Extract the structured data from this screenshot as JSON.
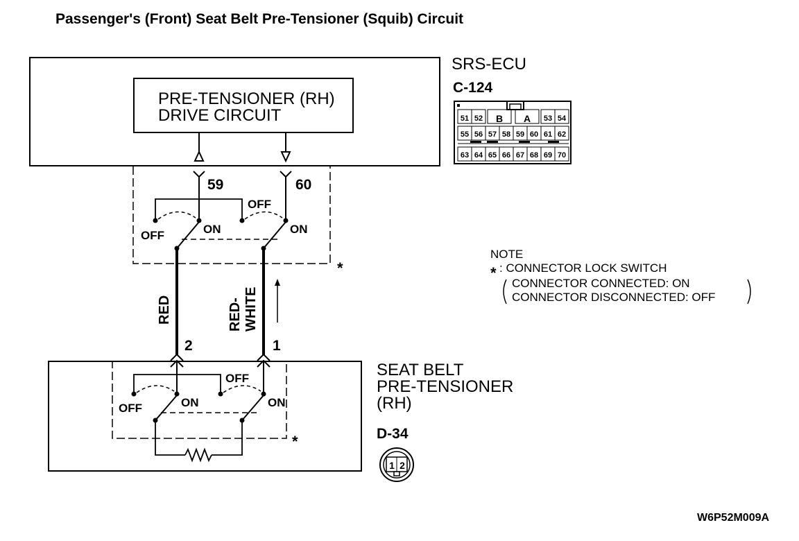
{
  "title": "Passenger's (Front) Seat Belt Pre-Tensioner (Squib) Circuit",
  "ecu": {
    "name": "SRS-ECU",
    "connector_id": "C-124",
    "inner_line1": "PRE-TENSIONER (RH)",
    "inner_line2": "DRIVE CIRCUIT",
    "pin_left": "59",
    "pin_right": "60",
    "pins_row1": [
      "51",
      "52",
      "B",
      "A",
      "53",
      "54"
    ],
    "pins_row2": [
      "55",
      "56",
      "57",
      "58",
      "59",
      "60",
      "61",
      "62"
    ],
    "pins_row3": [
      "63",
      "64",
      "65",
      "66",
      "67",
      "68",
      "69",
      "70"
    ]
  },
  "switches": {
    "off": "OFF",
    "on": "ON",
    "star": "*"
  },
  "wires": {
    "left_color": "RED",
    "right_color_line1": "RED-",
    "right_color_line2": "WHITE",
    "left_pin": "2",
    "right_pin": "1"
  },
  "pretensioner": {
    "line1": "SEAT BELT",
    "line2": "PRE-TENSIONER",
    "line3": "(RH)",
    "connector_id": "D-34",
    "pin1": "1",
    "pin2": "2"
  },
  "note": {
    "heading": "NOTE",
    "star": "*",
    "line1": ": CONNECTOR LOCK SWITCH",
    "line2": "CONNECTOR CONNECTED: ON",
    "line3": "CONNECTOR DISCONNECTED: OFF"
  },
  "figure_code": "W6P52M009A"
}
